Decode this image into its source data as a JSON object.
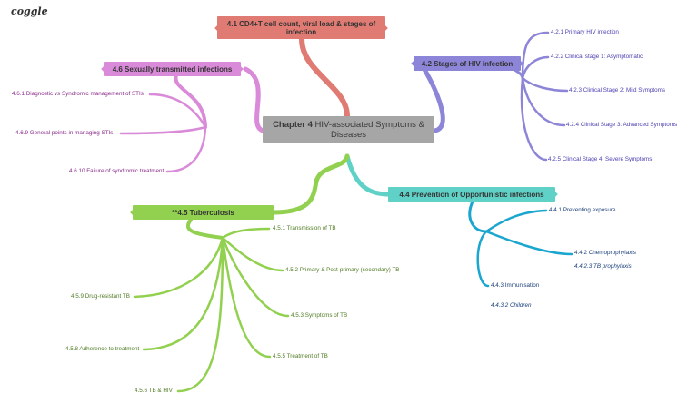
{
  "logo": "coggle",
  "colors": {
    "central": "#a6a6a6",
    "b41": "#e07b73",
    "b42": "#8d85d8",
    "b44": "#5fd1c6",
    "b44_leaves": "#1aa6cf",
    "b45": "#92d04f",
    "b46": "#d98ad8"
  },
  "central": {
    "bold": "Chapter 4",
    "rest": " HIV-associated Symptoms & Diseases"
  },
  "branches": {
    "b41": "4.1 CD4+T cell count, viral load & stages of infection",
    "b42": "4.2 Stages of HIV infection",
    "b44": "4.4 Prevention of Opportunistic infections",
    "b45": "**4.5 Tuberculosis",
    "b46": "4.6 Sexually transmitted infections"
  },
  "leaves": {
    "l421": "4.2.1 Primary HIV infection",
    "l422": "4.2.2 Clinical stage 1: Asymptomatic",
    "l423": "4.2.3 Clinical Stage 2: Mild Symptoms",
    "l424": "4.2.4 Clinical Stage 3: Advanced Symptoms",
    "l425": "4.2.5 Clinical Stage 4: Severe Symptoms",
    "l441": "4.4.1 Preventing exposure",
    "l442": "4.4.2 Chemoprophylaxis",
    "l4423": "4.4.2.3 TB prophylaxis",
    "l443": "4.4.3 Immunisation",
    "l4432": "4.4.3.2 Children",
    "l451": "4.5.1 Transmission of TB",
    "l452": "4.5.2 Primary & Post-primary (secondary) TB",
    "l453": "4.5.3 Symptoms of TB",
    "l455": "4.5.5 Treatment of TB",
    "l456": "4.5.6 TB & HIV",
    "l458": "4.5.8 Adherence to treatment",
    "l459": "4.5.9 Drug-resistant TB",
    "l461": "4.6.1 Diagnostic vs Syndromic management of STIs",
    "l469": "4.6.9 General points in managing STIs",
    "l4610": "4.6.10 Failure of syndromic treatment"
  }
}
